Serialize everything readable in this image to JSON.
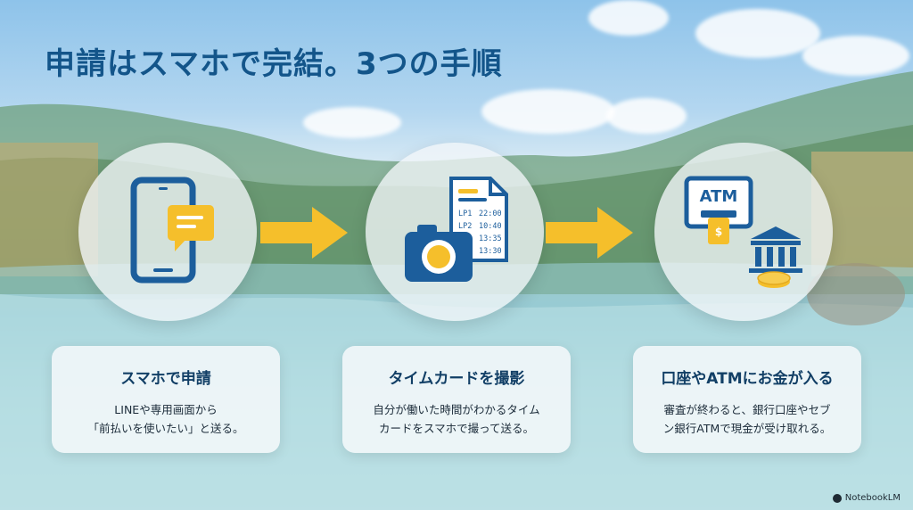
{
  "title": "申請はスマホで完結。3つの手順",
  "colors": {
    "title": "#13558a",
    "icon_blue": "#1c5e9c",
    "accent_yellow": "#f5bf2b",
    "arrow": "#f5bf2b"
  },
  "steps": [
    {
      "icon": "smartphone-chat-icon",
      "title": "スマホで申請",
      "line1": "LINEや専用画面から",
      "line2": "「前払いを使いたい」と送る。"
    },
    {
      "icon": "camera-timecard-icon",
      "title": "タイムカードを撮影",
      "line1": "自分が働いた時間がわかるタイム",
      "line2": "カードをスマホで撮って送る。"
    },
    {
      "icon": "atm-bank-icon",
      "title": "口座やATMにお金が入る",
      "line1": "審査が終わると、銀行口座やセブ",
      "line2": "ン銀行ATMで現金が受け取れる。"
    }
  ],
  "timecard": {
    "rows": [
      {
        "label": "LP1",
        "time": "22:00"
      },
      {
        "label": "LP2",
        "time": "10:40"
      },
      {
        "label": "",
        "time": "13:35"
      },
      {
        "label": "",
        "time": "13:30"
      }
    ]
  },
  "atm_label": "ATM",
  "brand": "NotebookLM"
}
